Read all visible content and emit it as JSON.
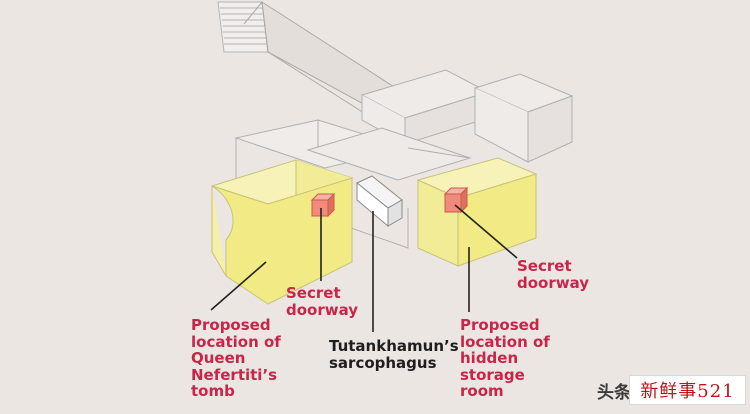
{
  "colors": {
    "background": "#ece6e3",
    "label_red": "#c8254a",
    "label_dark": "#1e1e1e",
    "proposed_fill": "#f3ee8c",
    "doorway_fill": "#f08a7a",
    "outline": "#a8a8a8"
  },
  "labels": {
    "secret_doorway_left": "Secret\ndoorway",
    "secret_doorway_right": "Secret\ndoorway",
    "nefertiti_tomb": "Proposed\nlocation of\nQueen\nNefertiti’s\ntomb",
    "sarcophagus": "Tutankhamun’s\nsarcophagus",
    "storage_room": "Proposed\nlocation of\nhidden\nstorage\nroom"
  },
  "watermark": {
    "source": "头条",
    "brand": "新鲜事521"
  }
}
